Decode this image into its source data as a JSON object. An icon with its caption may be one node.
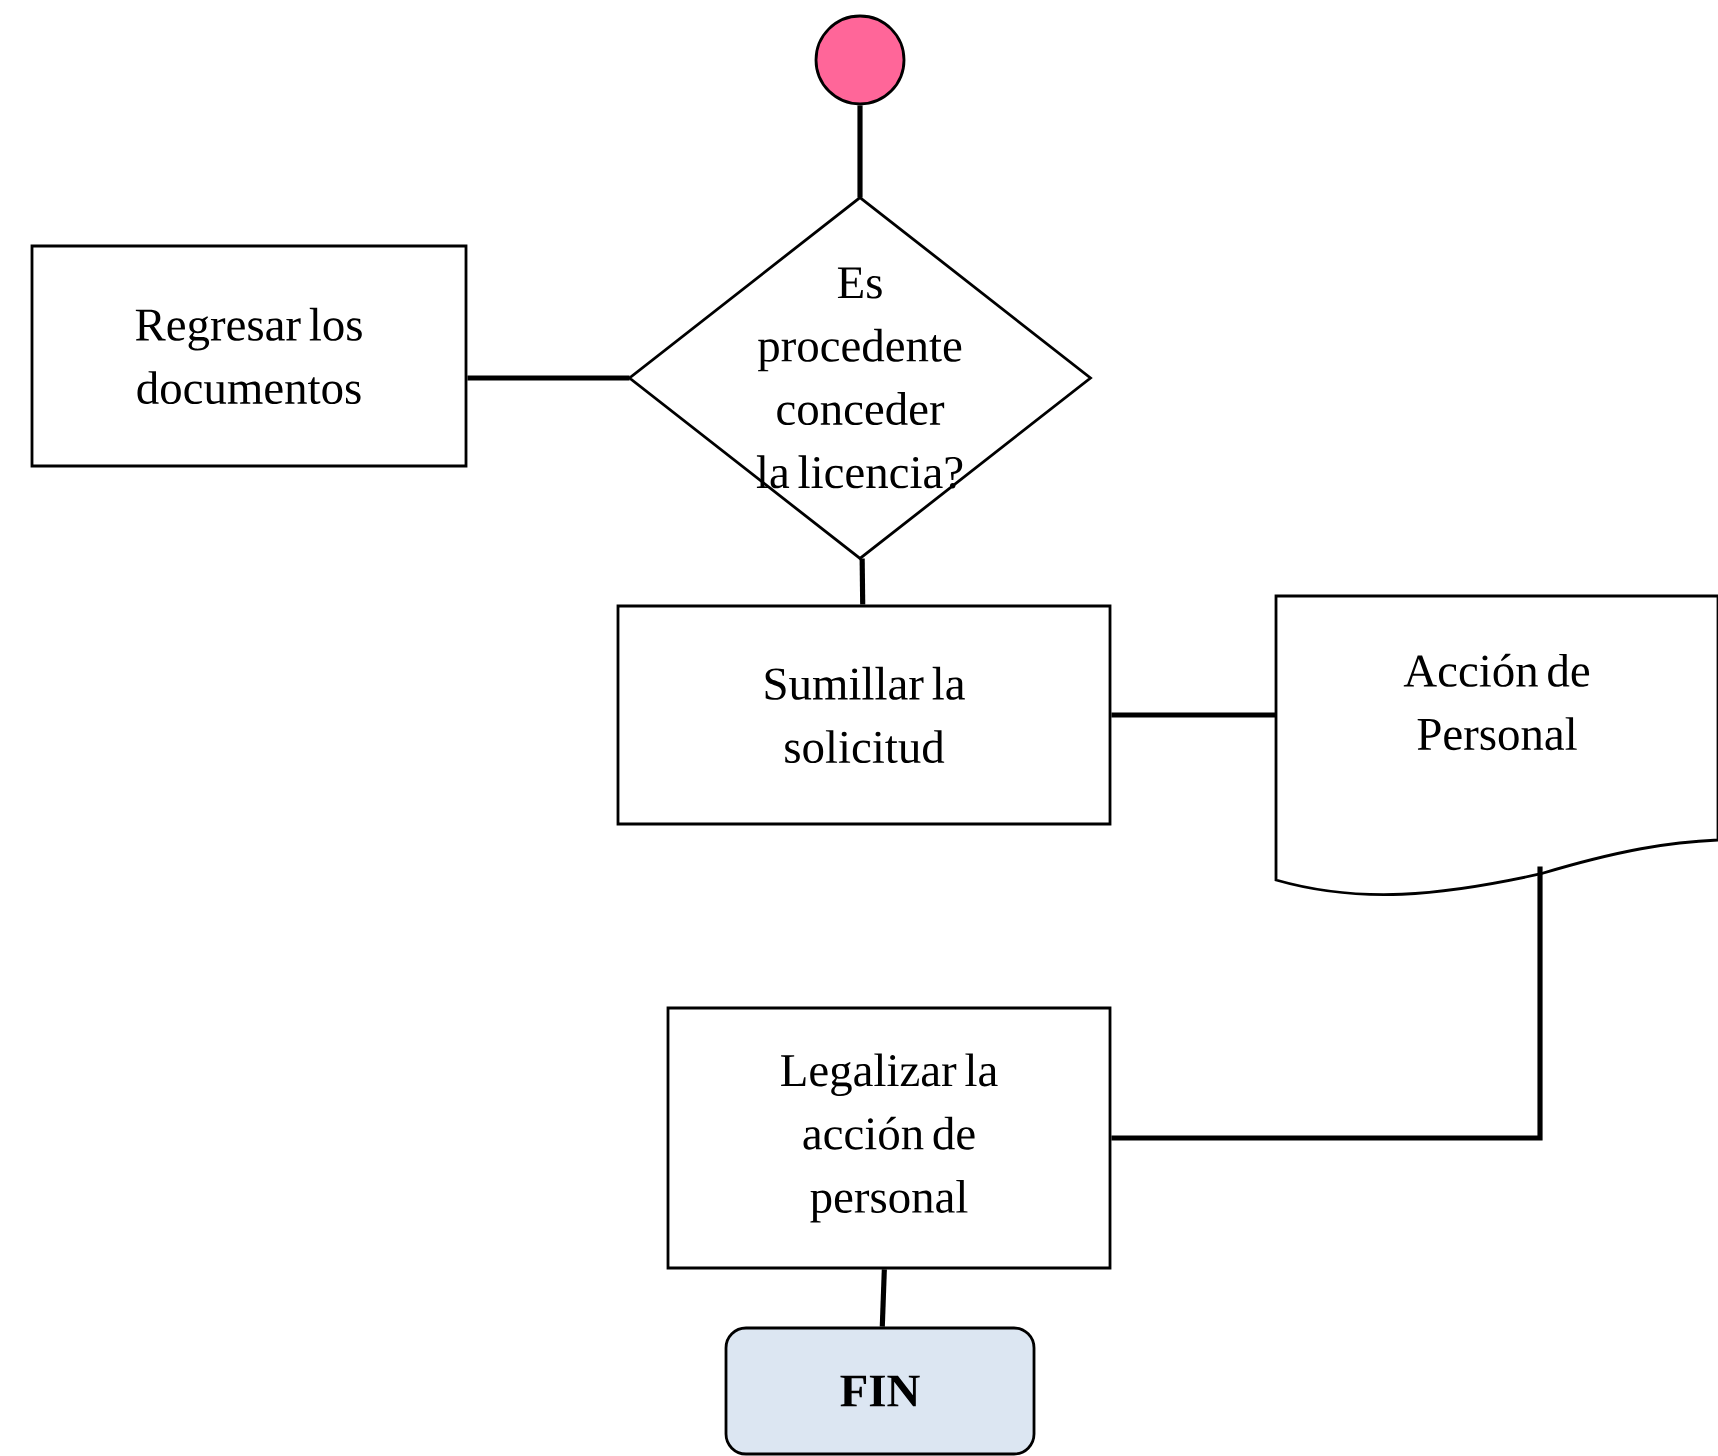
{
  "diagram": {
    "nodes": [
      {
        "text": [],
        "shape": "circle"
      },
      {
        "text": [
          "Es procedente conceder la licencia?"
        ]
      },
      {
        "text": [
          "Regresar los documentos"
        ]
      },
      {
        "text": [
          "Sumillar la solicitud"
        ]
      },
      {
        "text": [
          "Acción de Personal"
        ]
      },
      {
        "text": [
          "Legalizar la acción de personal"
        ]
      },
      {
        "text": [
          "FIN"
        ]
      }
    ],
    "edges": [
      {
        "from": 0,
        "to": 1,
        "arrow": "none"
      },
      {
        "from": 1,
        "to": 2,
        "arrow": "none"
      },
      {
        "from": 1,
        "to": 3,
        "arrow": "none"
      },
      {
        "from": 3,
        "to": 4,
        "arrow": "none"
      },
      {
        "from": 4,
        "to": 5,
        "arrow": "none"
      },
      {
        "from": 5,
        "to": 6,
        "arrow": "none"
      }
    ]
  }
}
